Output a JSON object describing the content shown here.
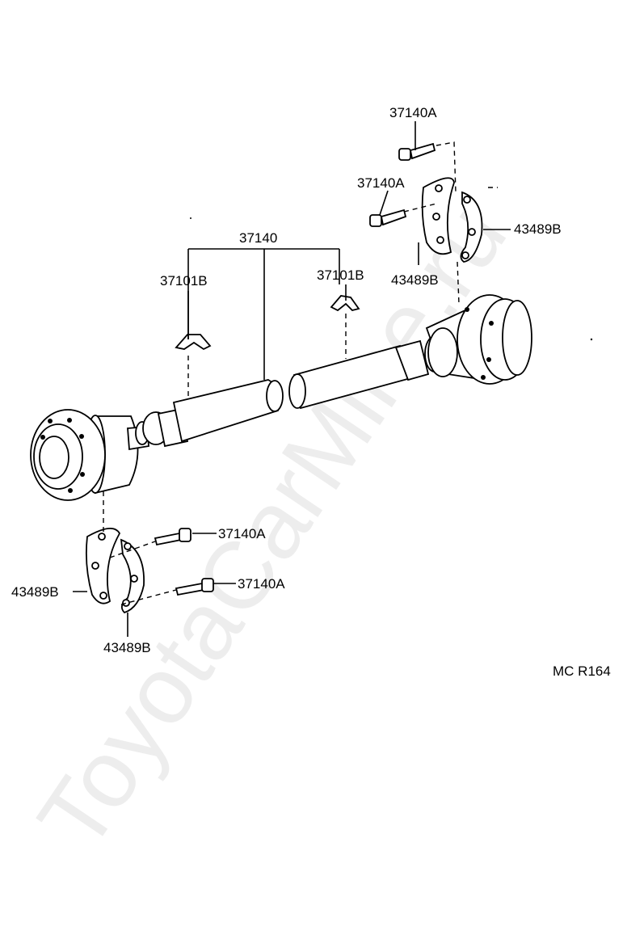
{
  "diagram_title": "",
  "watermark": "ToyotaCarMine.ru",
  "figure_code": "MC R164",
  "labels": {
    "propeller_shaft": "37140",
    "bolt_top": "37140A",
    "bolt_upper": "37140A",
    "bolt_lower_1": "37140A",
    "bolt_lower_2": "37140A",
    "clamp_left": "37101B",
    "clamp_right": "37101B",
    "plate_upper_right": "43489B",
    "plate_upper_left": "43489B",
    "plate_lower_left": "43489B",
    "plate_lower_bottom": "43489B"
  }
}
